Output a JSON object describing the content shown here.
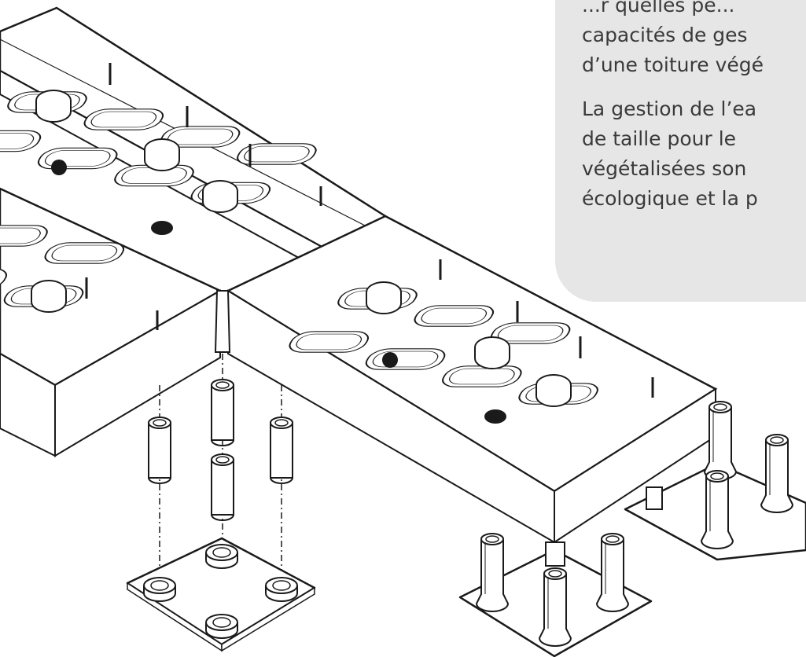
{
  "text_panel": {
    "paragraph_1": [
      "...r quelles pe...",
      "capacités de ges",
      "d’une toiture végé"
    ],
    "paragraph_2": [
      "La gestion de l’ea",
      "de taille pour le",
      "végétalisées son",
      "écologique et la p"
    ]
  },
  "colors": {
    "panel_background": "#e6e6e6",
    "text": "#3a3a3a",
    "line_art": "#1a1a1a"
  },
  "diagram": {
    "components": [
      "tray",
      "tray",
      "tray",
      "spacer-tube",
      "pedestal-plate",
      "pedestal-plate",
      "pedestal-plate"
    ]
  }
}
